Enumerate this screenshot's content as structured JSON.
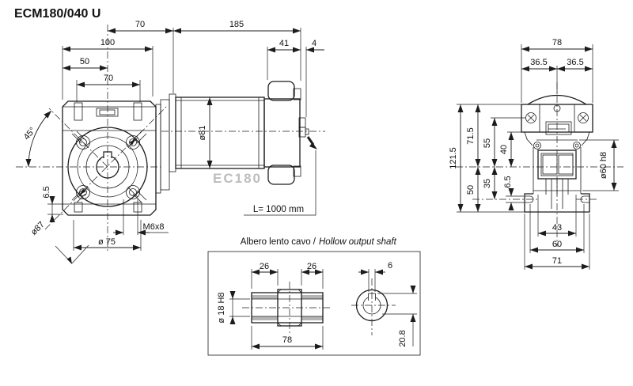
{
  "title": "ECM180/040 U",
  "watermark": "EC180",
  "front_view": {
    "dim_70_top": "70",
    "dim_185": "185",
    "dim_100": "100",
    "dim_50": "50",
    "dim_70_slots": "70",
    "dim_41": "41",
    "dim_4": "4",
    "angle_45": "45°",
    "dim_6_5": "6.5",
    "dia_87": "ø87",
    "dia_75": "ø 75",
    "thread_m6x8": "M6x8",
    "dia_81": "ø81",
    "cable_length": "L= 1000 mm"
  },
  "side_view": {
    "dim_78": "78",
    "dim_36_5_left": "36.5",
    "dim_36_5_right": "36.5",
    "dim_121_5": "121.5",
    "dim_71_5": "71.5",
    "dim_55": "55",
    "dim_40": "40",
    "dim_50": "50",
    "dim_35": "35",
    "dim_6_5": "6.5",
    "dia_60_h8": "ø60 h8",
    "dim_43": "43",
    "dim_60": "60",
    "dim_71": "71"
  },
  "detail_box": {
    "title_italian": "Albero lento cavo /",
    "title_english": "Hollow output shaft",
    "dim_26_left": "26",
    "dim_26_right": "26",
    "dim_78": "78",
    "dia_18_h8": "ø 18 H8",
    "dim_6": "6",
    "dim_20_8": "20.8"
  },
  "colors": {
    "line": "#1c1c1c",
    "hatch_gray": "#b5b5b5",
    "watermark_gray": "#bdbdbd",
    "background": "#ffffff"
  }
}
